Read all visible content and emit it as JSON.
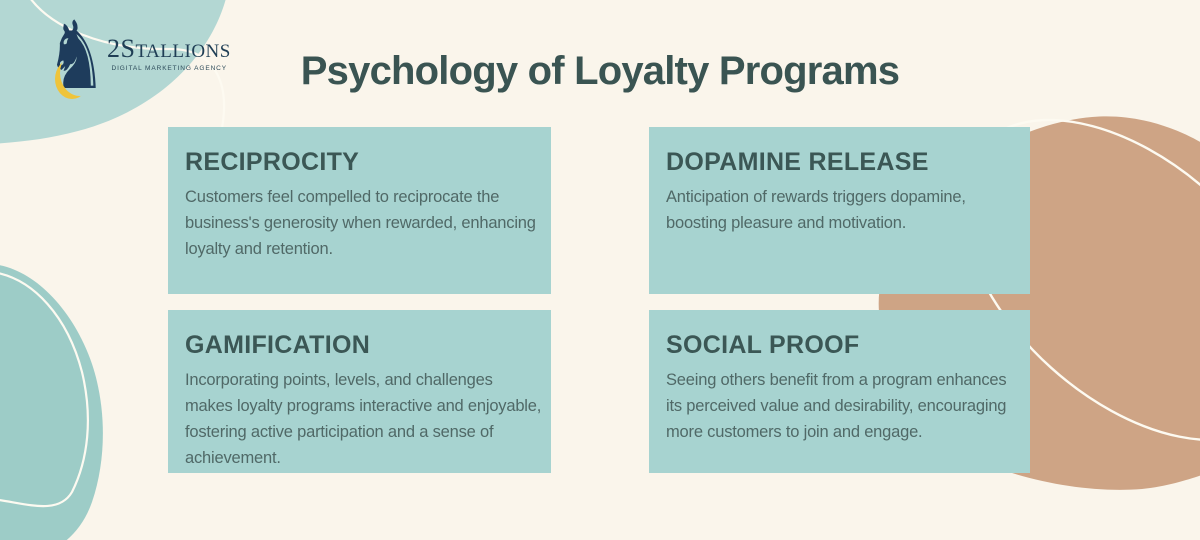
{
  "logo": {
    "knight_glyph": "♞",
    "brand_prefix": "2S",
    "brand_suffix": "TALLIONS",
    "tagline": "DIGITAL MARKETING AGENCY"
  },
  "title": "Psychology of Loyalty Programs",
  "cards": [
    {
      "heading": "RECIPROCITY",
      "body": "Customers feel compelled to reciprocate the business's generosity when rewarded, enhancing loyalty and retention."
    },
    {
      "heading": "DOPAMINE RELEASE",
      "body": "Anticipation of rewards triggers dopamine, boosting pleasure and motivation."
    },
    {
      "heading": "GAMIFICATION",
      "body": "Incorporating points, levels, and challenges makes loyalty programs interactive and enjoyable, fostering active participation and a sense of achievement."
    },
    {
      "heading": "SOCIAL PROOF",
      "body": "Seeing others benefit from a program enhances its perceived value and desirability, encouraging more customers to join and engage."
    }
  ],
  "palette": {
    "background_cream": "#faf5eb",
    "card_teal": "#a7d3d0",
    "blob_teal_top_left": "#b3d7d3",
    "blob_teal_bottom_left": "#9dccc7",
    "blob_tan": "#cea485",
    "decorative_line_white": "#fdfaf1",
    "title_text": "#3a5452",
    "heading_text": "#3b5755",
    "body_text": "#506967",
    "logo_navy": "#1e3c5c",
    "logo_gold": "#efc43a"
  }
}
